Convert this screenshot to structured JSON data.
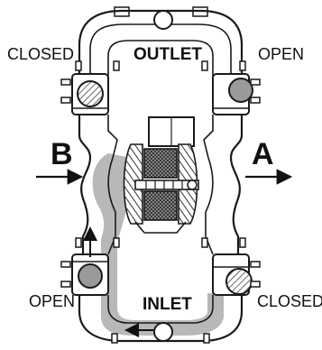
{
  "labels": {
    "outlet": "OUTLET",
    "inlet": "INLET",
    "closed_top_left": "CLOSED",
    "open_top_right": "OPEN",
    "open_bottom_left": "OPEN",
    "closed_bottom_right": "CLOSED",
    "side_b": "B",
    "side_a": "A"
  },
  "colors": {
    "line": "#1a1a1a",
    "fluid": "#b8b8b8",
    "ball_open": "#9a9a9a",
    "ball_closed": "#4a4a4a",
    "hatch": "#555555",
    "background": "#ffffff"
  }
}
